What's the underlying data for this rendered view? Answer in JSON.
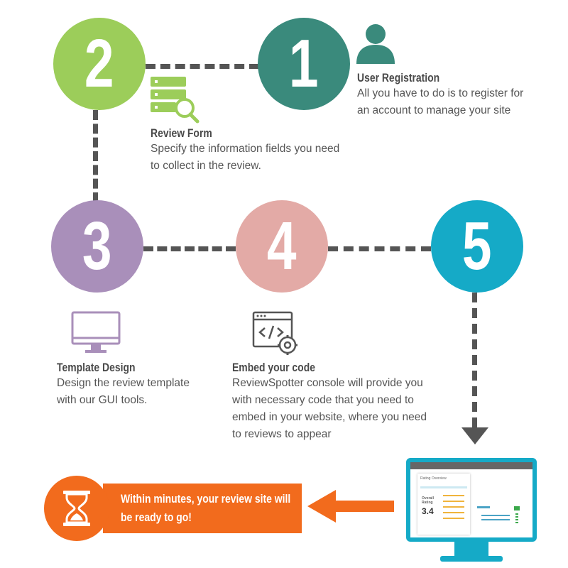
{
  "steps": [
    {
      "number": "1",
      "title": "User Registration",
      "desc_lines": [
        "All you have to do is to register for",
        "an account to manage your site"
      ],
      "color": "#3a8a7c"
    },
    {
      "number": "2",
      "title": "Review Form",
      "desc_lines": [
        "Specify the information fields you need",
        "to collect in the review."
      ],
      "color": "#9ccd5a"
    },
    {
      "number": "3",
      "title": "Template Design",
      "desc_lines": [
        "Design the review template",
        "with our GUI tools."
      ],
      "color": "#a98fba"
    },
    {
      "number": "4",
      "title": "Embed your code",
      "desc_lines": [
        "ReviewSpotter console will provide you",
        "with necessary code that you need to",
        "embed in your website, where you need",
        "to reviews to appear"
      ],
      "color": "#e3aaa6"
    },
    {
      "number": "5",
      "color": "#15aac7"
    }
  ],
  "banner": {
    "lines": [
      "Within minutes, your review site will",
      "be ready to go!"
    ],
    "color": "#f26b1d"
  },
  "monitor": {
    "panel_title": "Rating Overview",
    "overall_label_1": "Overall",
    "overall_label_2": "Rating",
    "overall_value": "3.4"
  },
  "icons": {
    "step1": "user-icon",
    "step2": "server-search-icon",
    "step3": "monitor-icon",
    "step4": "code-window-gear-icon",
    "banner": "hourglass-icon"
  }
}
